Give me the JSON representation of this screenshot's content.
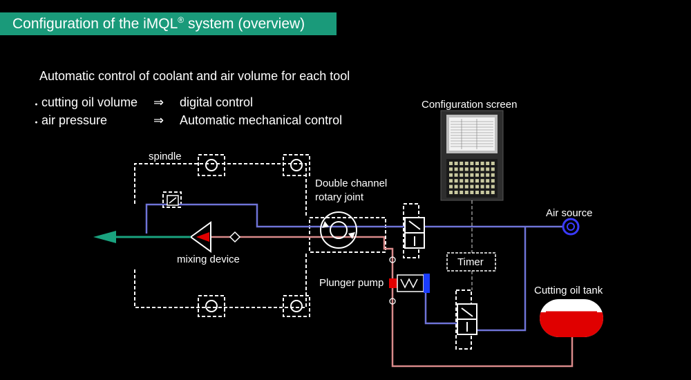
{
  "title": {
    "prefix": "Configuration of the iMQL",
    "sup": "®",
    "suffix": " system (overview)"
  },
  "subtitle": "Automatic control of coolant and air volume for each tool",
  "bullets": [
    {
      "marker": "･",
      "item": "cutting oil volume",
      "arrow": "⇒",
      "value": "digital control"
    },
    {
      "marker": "･",
      "item": "air pressure",
      "arrow": "⇒",
      "value": "Automatic mechanical control"
    }
  ],
  "labels": {
    "config_screen": "Configuration screen",
    "spindle": "spindle",
    "rotary_line1": "Double channel",
    "rotary_line2": "rotary joint",
    "air_source": "Air source",
    "mixing": "mixing device",
    "timer": "Timer",
    "pump": "Plunger pump",
    "tank": "Cutting oil tank"
  },
  "colors": {
    "title_bg": "#1a9a7a",
    "air_line": "#6f74d8",
    "oil_line": "#d98a8a",
    "outlet_arrow": "#1aa37f",
    "tank_fill": "#e00000",
    "pump_blue": "#1a3cff",
    "pump_red": "#e00000"
  }
}
